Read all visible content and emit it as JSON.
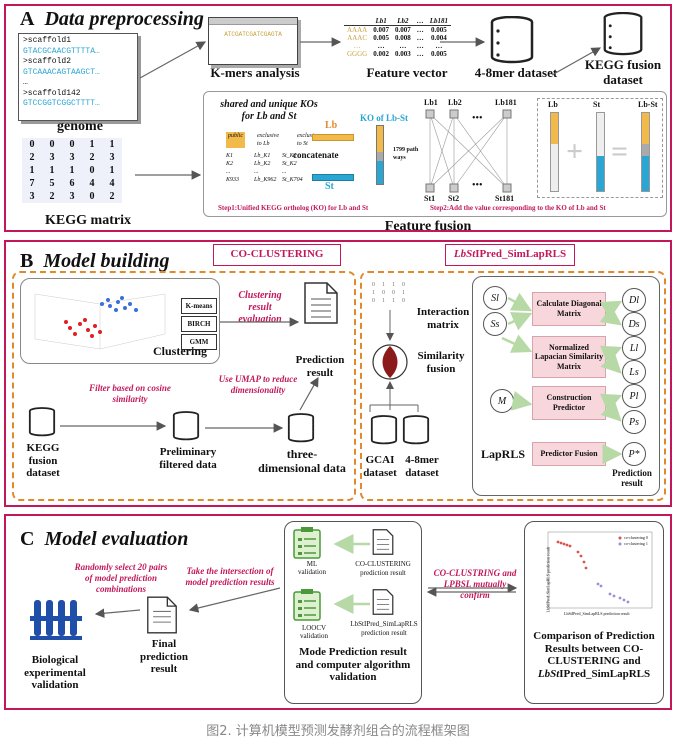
{
  "panelA": {
    "letter": "A",
    "title": "Data preprocessing",
    "genome": {
      "lines": [
        ">scaffold1",
        "GTACGCAACGTTTTA…",
        ">scaffold2",
        "GTCAAACAGTAAGCT…",
        "…",
        ">scaffold142",
        "GTCCGGTCGGCTTTT…"
      ],
      "label": "genome"
    },
    "kegg_matrix": {
      "rows": [
        [
          "0",
          "0",
          "0",
          "1",
          "1"
        ],
        [
          "2",
          "3",
          "3",
          "2",
          "3"
        ],
        [
          "1",
          "1",
          "1",
          "0",
          "1"
        ],
        [
          "7",
          "5",
          "6",
          "4",
          "4"
        ],
        [
          "3",
          "2",
          "3",
          "0",
          "2"
        ]
      ],
      "label": "KEGG matrix"
    },
    "kmers_label": "K-mers analysis",
    "kmer_snippet": "ATCGATCGATCGAGTA",
    "feature_vector": {
      "headers": [
        "",
        "Lb1",
        "Lb2",
        "…",
        "Lb181"
      ],
      "rows": [
        [
          "AAAA",
          "0.007",
          "0.007",
          "…",
          "0.005"
        ],
        [
          "AAAC",
          "0.005",
          "0.008",
          "…",
          "0.004"
        ],
        [
          "…",
          "…",
          "…",
          "…",
          "…"
        ],
        [
          "GGGG",
          "0.002",
          "0.003",
          "…",
          "0.005"
        ]
      ],
      "label": "Feature vector"
    },
    "mer_dataset_label": "4-8mer dataset",
    "kegg_fusion_label": "KEGG fusion dataset",
    "feature_fusion": {
      "shared_title": "shared and unique KOs for Lb and St",
      "col_public": "public",
      "col_exclusive_lb": "exclusive to Lb",
      "col_exclusive_st": "exclusive to St",
      "ko_rows": [
        [
          "K1",
          "Lb_K1",
          "St_K1"
        ],
        [
          "K2",
          "Lb_K2",
          "St_K2"
        ],
        [
          "...",
          "...",
          "..."
        ],
        [
          "K933",
          "Lb_K962",
          "St_K704"
        ]
      ],
      "concatenate": "concatenate",
      "lb": "Lb",
      "st": "St",
      "ko_lbst": "KO of Lb-St",
      "pathways": "1799 path ways",
      "lb_nodes": [
        "Lb1",
        "Lb2",
        "Lb181"
      ],
      "st_nodes": [
        "St1",
        "St2",
        "St181"
      ],
      "ellipsis": "•••",
      "right_lb": "Lb",
      "right_st": "St",
      "right_lbst": "Lb-St",
      "step1": "Step1:Unified KEGG ortholog (KO) for Lb and St",
      "step2": "Step2:Add the value corresponding to the KO of Lb and St",
      "label": "Feature fusion"
    }
  },
  "panelB": {
    "letter": "B",
    "title": "Model building",
    "co_clustering_tag": "CO-CLUSTERING",
    "lbst_tag_italic": "LbSt",
    "lbst_tag_rest": "IPred_SimLapRLS",
    "algorithms": [
      "K-means",
      "BIRCH",
      "GMM"
    ],
    "clustering_label": "Clustering",
    "clustering_eval": "Clustering result evaluation",
    "prediction_result": "Prediction result",
    "filter_note": "Filter based on cosine similarity",
    "umap_note": "Use UMAP to reduce dimensionality",
    "kegg_fusion": "KEGG fusion dataset",
    "preliminary": "Preliminary filtered data",
    "three_dim": "three-dimensional data",
    "interaction_matrix": "Interaction matrix",
    "similarity_fusion": "Similarity fusion",
    "gcai": "GCAI dataset",
    "mer": "4-8mer dataset",
    "laprls": "LapRLS",
    "steps": [
      "Calculate Diagonal Matrix",
      "Normalized Lapacian Similarity Matrix",
      "Construction Predictor",
      "Predictor Fusion"
    ],
    "left_nodes": [
      "Sl",
      "Ss",
      "M"
    ],
    "right_nodes": [
      "Dl",
      "Ds",
      "Ll",
      "Ls",
      "Pl",
      "Ps",
      "P*"
    ],
    "prediction_result_small": "Prediction result"
  },
  "panelC": {
    "letter": "C",
    "title": "Model evaluation",
    "random_note": "Randomly select 20 pairs of model prediction combinations",
    "intersection_note": "Take the intersection of model prediction results",
    "bio_validation": "Biological experimental validation",
    "final_result": "Final prediction result",
    "ml_validation": "ML validation",
    "loocv_validation": "LOOCV validation",
    "co_clust_result": "CO-CLUSTERING prediction result",
    "lbst_result": "LbStIPred_SimLapRLS prediction result",
    "mode_prediction": "Mode Prediction result and computer algorithm validation",
    "confirm_note": "CO-CLUSTRING and LPBSL mutually confirm",
    "comparison_line1": "Comparison of Prediction Results between CO-CLUSTERING and",
    "comparison_italic": "LbSt",
    "comparison_rest": "IPred_SimLapRLS",
    "legend": [
      "co-clustering 0",
      "co-clustering 1"
    ],
    "axis_x": "LbStIPred_SimLapRLS prediction result",
    "axis_y": "LbStIPred_SimLapRLS prediction result"
  },
  "caption": "图2. 计算机模型预测发酵剂组合的流程框架图",
  "colors": {
    "border": "#c2185b",
    "accent_orange": "#e08a2c",
    "pink": "#f7d6dc",
    "blue_fusion": "#2aa6d5",
    "yellow": "#f2b94b"
  }
}
